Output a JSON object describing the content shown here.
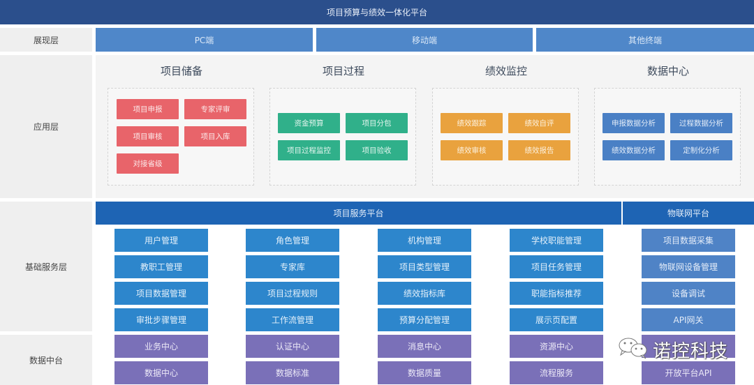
{
  "title": "项目预算与绩效一体化平台",
  "layers": {
    "presentation": "展现层",
    "application": "应用层",
    "foundation": "基础服务层",
    "data": "数据中台"
  },
  "terminals": [
    "PC端",
    "移动端",
    "其他终端"
  ],
  "application": [
    {
      "title": "项目储备",
      "color": "red",
      "items": [
        "项目申报",
        "专家评审",
        "项目审核",
        "项目入库",
        "对接省级"
      ]
    },
    {
      "title": "项目过程",
      "color": "green",
      "items": [
        "资金预算",
        "项目分包",
        "项目过程监控",
        "项目验收"
      ]
    },
    {
      "title": "绩效监控",
      "color": "orange",
      "items": [
        "绩效跟踪",
        "绩效自评",
        "绩效审核",
        "绩效报告"
      ]
    },
    {
      "title": "数据中心",
      "color": "blue",
      "items": [
        "申报数据分析",
        "过程数据分析",
        "绩效数据分析",
        "定制化分析"
      ]
    }
  ],
  "platforms": {
    "project_service": "项目服务平台",
    "iot": "物联网平台"
  },
  "foundation_columns": [
    [
      "用户管理",
      "教职工管理",
      "项目数据管理",
      "审批步骤管理"
    ],
    [
      "角色管理",
      "专家库",
      "项目过程规则",
      "工作流管理"
    ],
    [
      "机构管理",
      "项目类型管理",
      "绩效指标库",
      "预算分配管理"
    ],
    [
      "学校职能管理",
      "项目任务管理",
      "职能指标推荐",
      "展示页配置"
    ],
    [
      "项目数据采集",
      "物联网设备管理",
      "设备调试",
      "API网关"
    ]
  ],
  "data_columns": [
    [
      "业务中心",
      "数据中心"
    ],
    [
      "认证中心",
      "数据标准"
    ],
    [
      "消息中心",
      "数据质量"
    ],
    [
      "资源中心",
      "流程服务"
    ],
    [
      "",
      "开放平台API"
    ]
  ],
  "watermark": {
    "icon": "wechat-icon",
    "text": "诺控科技"
  },
  "colors": {
    "title_bar": "#2b4f8c",
    "terminal": "#4f87c9",
    "platform_bar": "#1e64b4",
    "red": "#e8646a",
    "green": "#30b08a",
    "orange": "#e9a23e",
    "blue": "#4a80c5",
    "service": "#2d86cc",
    "iot_service": "#4f83c6",
    "data": "#7a70b8"
  }
}
